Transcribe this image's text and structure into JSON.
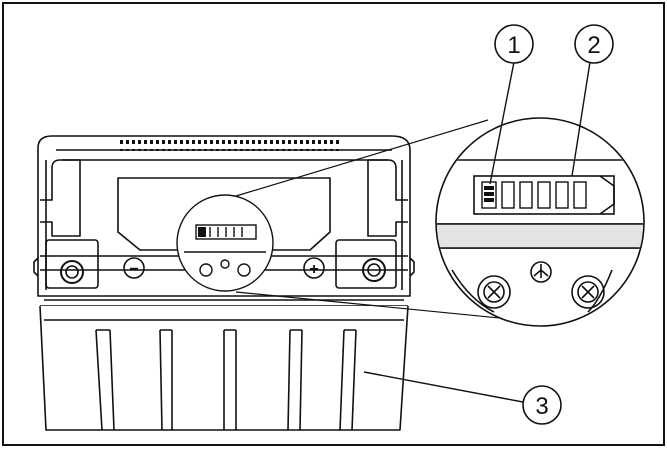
{
  "diagram": {
    "callouts": [
      {
        "id": "1",
        "label": "1"
      },
      {
        "id": "2",
        "label": "2"
      },
      {
        "id": "3",
        "label": "3"
      }
    ],
    "terminals": {
      "negative_symbol": "−",
      "positive_symbol": "+"
    },
    "indicator": {
      "segments_total": 6,
      "segments_lit": 1
    },
    "colors": {
      "ink": "#111111",
      "paper": "#ffffff",
      "light_gray": "#e4e4e4"
    }
  }
}
